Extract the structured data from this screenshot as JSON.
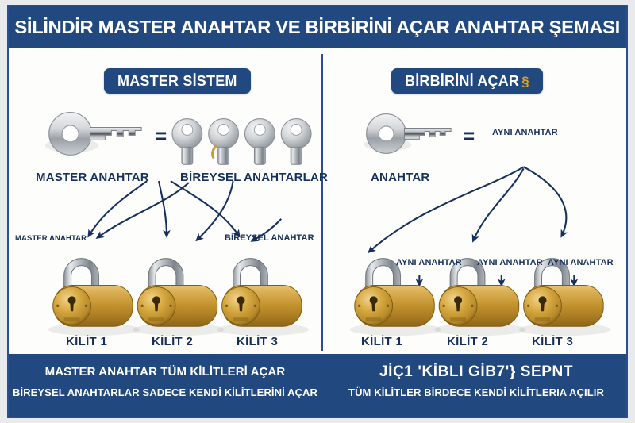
{
  "poster": {
    "title": "SİLİNDİR MASTER ANAHTAR VE BİRBİRİNİ AÇAR ANAHTAR ŞEMASI",
    "colors": {
      "navy": "#22497f",
      "navy_text": "#16305c",
      "brass": "#c79a3b",
      "steel": "#b9bdc2",
      "gold_glyph": "#d8a22a",
      "page_bg": "#e9eaec"
    }
  },
  "left_panel": {
    "badge": "MASTER SİSTEM",
    "key_label": "MASTER ANAHTAR",
    "equals": "=",
    "keys_label": "BİREYSEL ANAHTARLAR",
    "individual_key_count": 4,
    "arrow_label_left": "MASTER ANAHTAR",
    "arrow_label_right": "BİREYSEL ANAHTAR",
    "locks": [
      "KİLİT 1",
      "KİLİT 2",
      "KİLİT 3"
    ]
  },
  "right_panel": {
    "badge": "BİRBİRİNİ AÇAR",
    "badge_glyph": "§",
    "key_label": "ANAHTAR",
    "equals": "=",
    "same_key_label": "AYNI ANAHTAR",
    "arrow_labels": [
      "AYNI ANAHTAR",
      "AYNI ANAHTAR",
      "AYNI ANAHTAR"
    ],
    "locks": [
      "KİLİT 1",
      "KİLİT 2",
      "KİLİT 3"
    ]
  },
  "footer": {
    "left_line_1": "MASTER ANAHTAR TÜM KİLİTLERİ AÇAR",
    "left_line_2": "BİREYSEL ANAHTARLAR SADECE KENDİ KİLİTLERİNİ  AÇAR",
    "right_line_1": "JİÇ1 'KİBLI GİB7'} SEPNT",
    "right_line_2": "TÜM KİLİTLER BİRDECE KENDİ KİLİTLERIA AÇILIR"
  }
}
